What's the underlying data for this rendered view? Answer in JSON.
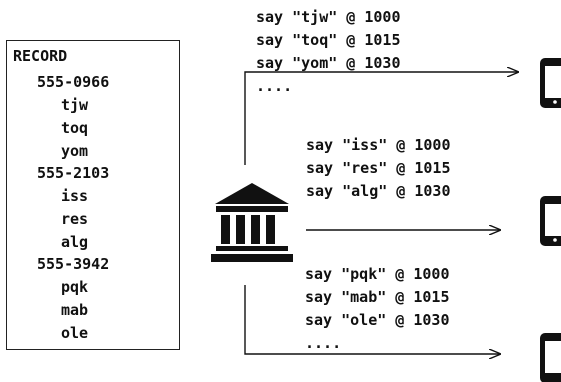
{
  "record": {
    "title": "RECORD",
    "groups": [
      {
        "number": "555-0966",
        "codes": [
          "tjw",
          "toq",
          "yom"
        ]
      },
      {
        "number": "555-2103",
        "codes": [
          "iss",
          "res",
          "alg"
        ]
      },
      {
        "number": "555-3942",
        "codes": [
          "pqk",
          "mab",
          "ole"
        ]
      }
    ]
  },
  "broadcasts": [
    {
      "lines": [
        "say \"tjw\" @ 1000",
        "say \"toq\" @ 1015",
        "say \"yom\" @ 1030"
      ],
      "ellipsis": "...."
    },
    {
      "lines": [
        "say \"iss\" @ 1000",
        "say \"res\" @ 1015",
        "say \"alg\" @ 1030"
      ],
      "ellipsis": ""
    },
    {
      "lines": [
        "say \"pqk\" @ 1000",
        "say \"mab\" @ 1015",
        "say \"ole\" @ 1030"
      ],
      "ellipsis": "...."
    }
  ],
  "icons": {
    "center": "bank-building-icon",
    "receivers": [
      "smartphone-icon",
      "smartphone-icon",
      "smartphone-icon"
    ]
  },
  "colors": {
    "ink": "#111111"
  }
}
